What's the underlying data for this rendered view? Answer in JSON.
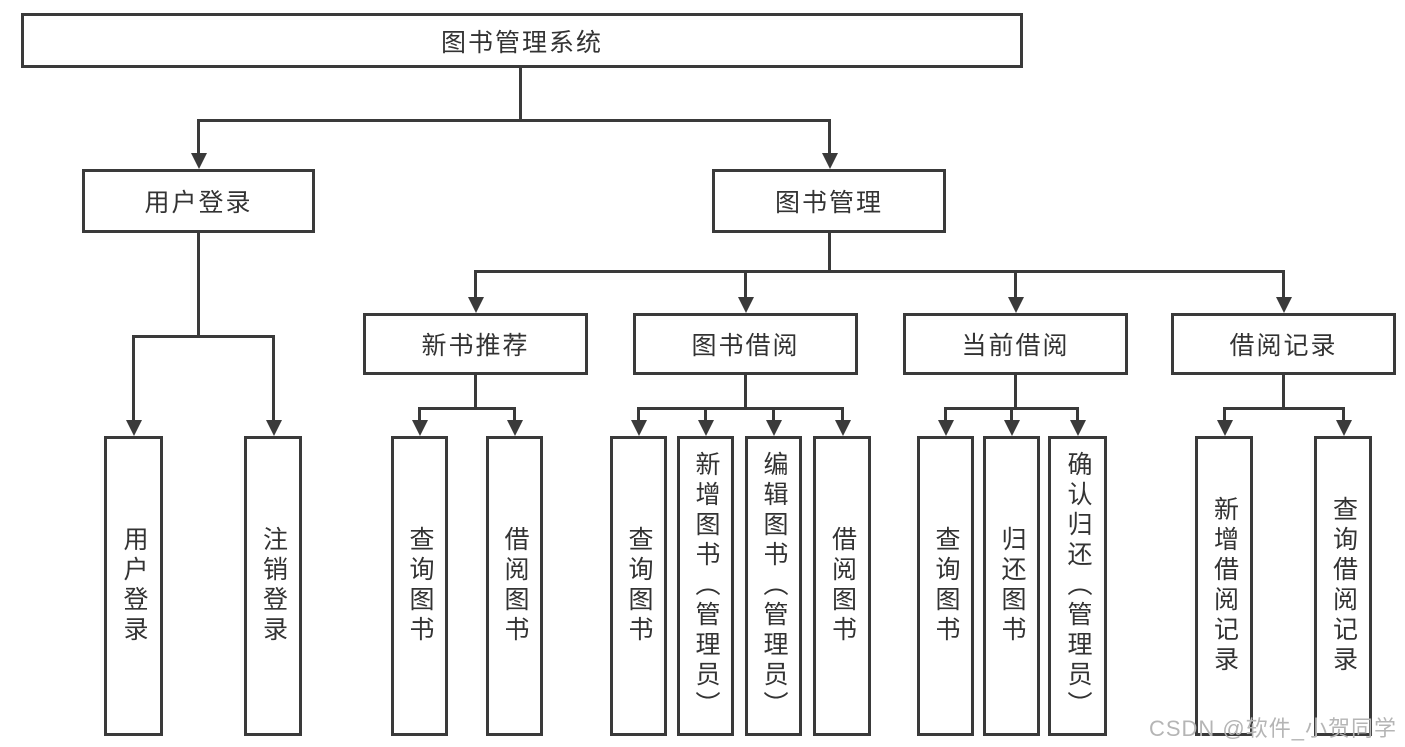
{
  "diagram": {
    "root": {
      "label": "图书管理系统"
    },
    "branches": [
      {
        "label": "用户登录",
        "children": [
          "用户登录",
          "注销登录"
        ]
      },
      {
        "label": "图书管理",
        "sections": [
          {
            "label": "新书推荐",
            "children": [
              "查询图书",
              "借阅图书"
            ]
          },
          {
            "label": "图书借阅",
            "children": [
              "查询图书",
              "新增图书（管理员）",
              "编辑图书（管理员）",
              "借阅图书"
            ]
          },
          {
            "label": "当前借阅",
            "children": [
              "查询图书",
              "归还图书",
              "确认归还（管理员）"
            ]
          },
          {
            "label": "借阅记录",
            "children": [
              "新增借阅记录",
              "查询借阅记录"
            ]
          }
        ]
      }
    ],
    "watermark": "CSDN @软件_小贺同学",
    "colors": {
      "border": "#3a3a3a",
      "text": "#333333",
      "watermark": "#b5b5b5",
      "background": "#ffffff"
    }
  }
}
